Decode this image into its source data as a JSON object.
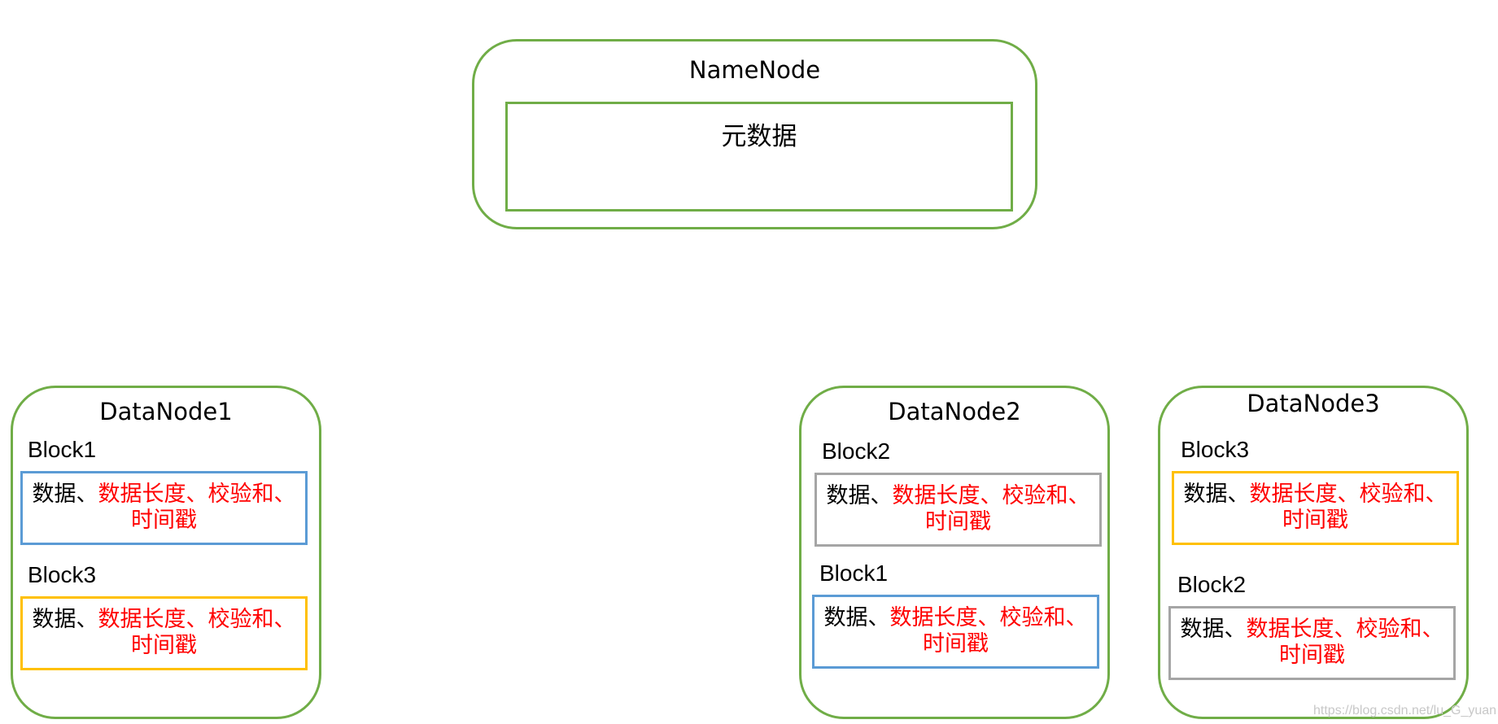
{
  "namenode": {
    "title": "NameNode",
    "metadata_label": "元数据"
  },
  "colors": {
    "node_border": "#70ad47",
    "block1_border": "#5b9bd5",
    "block2_border": "#a5a5a5",
    "block3_border": "#ffc000",
    "highlight_text": "#ff0000"
  },
  "block_text": {
    "prefix": "数据、",
    "highlight_line1": "数据长度、校验和、",
    "highlight_line2": "时间戳"
  },
  "datanodes": [
    {
      "title": "DataNode1",
      "blocks": [
        {
          "label": "Block1"
        },
        {
          "label": "Block3"
        }
      ]
    },
    {
      "title": "DataNode2",
      "blocks": [
        {
          "label": "Block2"
        },
        {
          "label": "Block1"
        }
      ]
    },
    {
      "title": "DataNode3",
      "blocks": [
        {
          "label": "Block3"
        },
        {
          "label": "Block2"
        }
      ]
    }
  ],
  "watermark": "https://blog.csdn.net/lu_G_yuan"
}
